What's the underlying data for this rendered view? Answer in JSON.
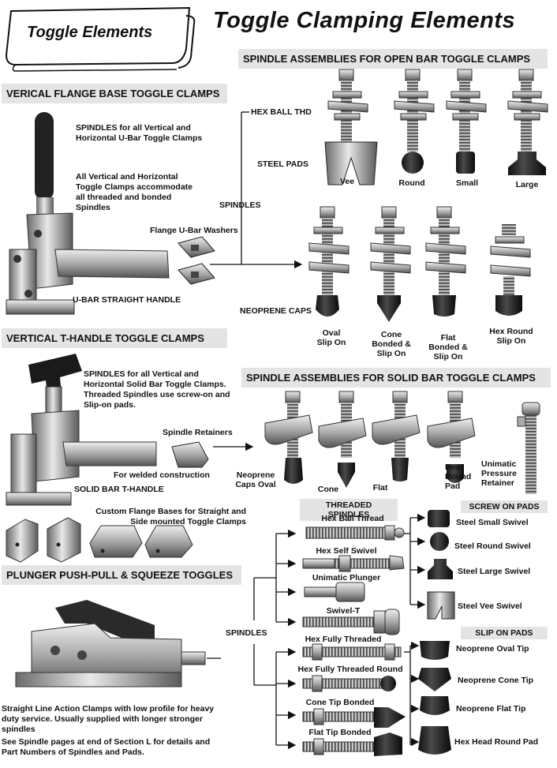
{
  "banner": {
    "label": "Toggle Elements"
  },
  "title": "Toggle Clamping Elements",
  "sections": {
    "open_bar": "SPINDLE ASSEMBLIES FOR OPEN BAR TOGGLE CLAMPS",
    "flange_base": "VERICAL FLANGE BASE TOGGLE CLAMPS",
    "t_handle": "VERTICAL T-HANDLE TOGGLE CLAMPS",
    "solid_bar": "SPINDLE ASSEMBLIES FOR SOLID BAR TOGGLE CLAMPS",
    "plunger": "PLUNGER PUSH-PULL & SQUEEZE TOGGLES"
  },
  "notes": {
    "spindles_u_bar": "SPINDLES for all Vertical and Horizontal U-Bar Toggle Clamps",
    "accommodate": "All Vertical and Horizontal Toggle Clamps accommodate all threaded and bonded Spindles",
    "flange_washers": "Flange U-Bar Washers",
    "u_bar_handle": "U-BAR STRAIGHT HANDLE",
    "hex_ball_thd": "HEX BALL THD",
    "steel_pads": "STEEL PADS",
    "spindles": "SPINDLES",
    "neoprene_caps": "NEOPRENE CAPS",
    "spindles_solid": "SPINDLES for all Vertical and Horizontal Solid Bar Toggle Clamps. Threaded Spindles use screw-on and Slip-on pads.",
    "spindle_retainers": "Spindle Retainers",
    "welded": "For welded construction",
    "solid_t_handle": "SOLID BAR T-HANDLE",
    "custom_flange": "Custom Flange Bases for Straight and Side mounted Toggle Clamps",
    "neoprene_caps_oval": "Neoprene Caps Oval",
    "straight_line": "Straight Line Action Clamps with low profile for heavy duty service. Usually supplied with longer stronger spindles",
    "see_pages": "See Spindle pages at end of Section L for details and Part Numbers of Spindles and Pads.",
    "spindles_bottom": "SPINDLES"
  },
  "pads_top": [
    "Vee",
    "Round",
    "Small",
    "Large"
  ],
  "caps_row": [
    "Oval Slip On",
    "Cone Bonded & Slip On",
    "Flat Bonded & Slip On",
    "Hex Round Slip On"
  ],
  "solid_row": [
    "Cone",
    "Flat",
    "Hex Round Pad",
    "Unimatic Pressure Retainer"
  ],
  "threaded": {
    "head": "THREADED SPINDLES",
    "items": [
      "Hex Ball Thread",
      "Hex Self Swivel",
      "Unimatic Plunger",
      "Swivel-T",
      "Hex Fully Threaded",
      "Hex Fully Threaded Round",
      "Cone Tip Bonded",
      "Flat Tip Bonded"
    ]
  },
  "screw_on": {
    "head": "SCREW ON PADS",
    "items": [
      "Steel Small Swivel",
      "Steel Round Swivel",
      "Steel Large Swivel",
      "Steel Vee Swivel"
    ]
  },
  "slip_on": {
    "head": "SLIP ON PADS",
    "items": [
      "Neoprene Oval Tip",
      "Neoprene Cone Tip",
      "Neoprene Flat Tip",
      "Hex Head Round Pad"
    ]
  }
}
